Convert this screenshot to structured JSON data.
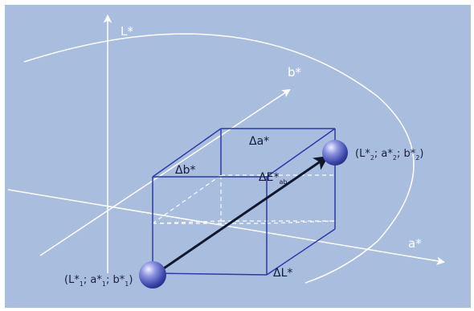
{
  "colors": {
    "background": "#a9bedf",
    "axis": "#ffffff",
    "box": "#2a3aa8",
    "vector": "#101830",
    "sphere": "#5a62c4"
  },
  "axes": {
    "l": "L*",
    "a": "a*",
    "b": "b*"
  },
  "deltas": {
    "da": "Δa*",
    "db": "Δb*",
    "dl": "ΔL*",
    "de_main": "ΔE*",
    "de_sub": "ab"
  },
  "point1": {
    "l_main": "(L*",
    "l_sub": "1",
    "a_main": "; a*",
    "a_sub": "1",
    "b_main": "; b*",
    "b_sub": "1",
    "close": ")"
  },
  "point2": {
    "l_main": "(L*",
    "l_sub": "2",
    "a_main": "; a*",
    "a_sub": "2",
    "b_main": "; b*",
    "b_sub": "2",
    "close": ")"
  }
}
